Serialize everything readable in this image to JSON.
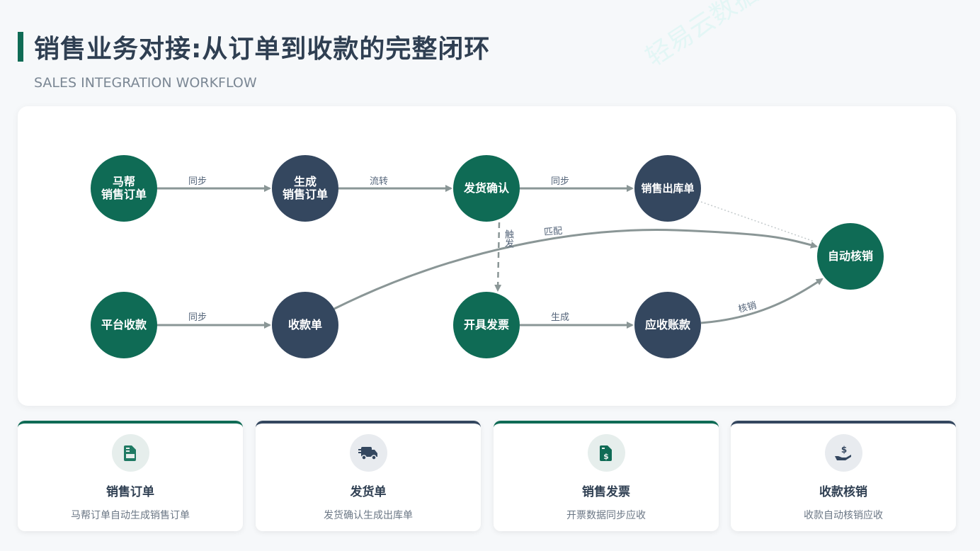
{
  "header": {
    "title": "销售业务对接:从订单到收款的完整闭环",
    "subtitle": "SALES INTEGRATION WORKFLOW",
    "watermark": "轻易云数据集成平台"
  },
  "colors": {
    "green": "#0f6b55",
    "navy": "#34475f",
    "edge": "#8a9696"
  },
  "nodes": {
    "mabang_order": "马帮\n销售订单",
    "gen_order": "生成\n销售订单",
    "ship_confirm": "发货确认",
    "outbound": "销售出库单",
    "auto_writeoff": "自动核销",
    "platform_payment": "平台收款",
    "receipt": "收款单",
    "invoice": "开具发票",
    "receivable": "应收账款"
  },
  "edges": {
    "sync1": "同步",
    "flow": "流转",
    "sync2": "同步",
    "trigger": "触发",
    "match": "匹配",
    "sync3": "同步",
    "generate": "生成",
    "writeoff": "核销"
  },
  "cards": [
    {
      "icon": "document-icon",
      "title": "销售订单",
      "desc": "马帮订单自动生成销售订单"
    },
    {
      "icon": "truck-icon",
      "title": "发货单",
      "desc": "发货确认生成出库单"
    },
    {
      "icon": "invoice-dollar-icon",
      "title": "销售发票",
      "desc": "开票数据同步应收"
    },
    {
      "icon": "hand-dollar-icon",
      "title": "收款核销",
      "desc": "收款自动核销应收"
    }
  ]
}
